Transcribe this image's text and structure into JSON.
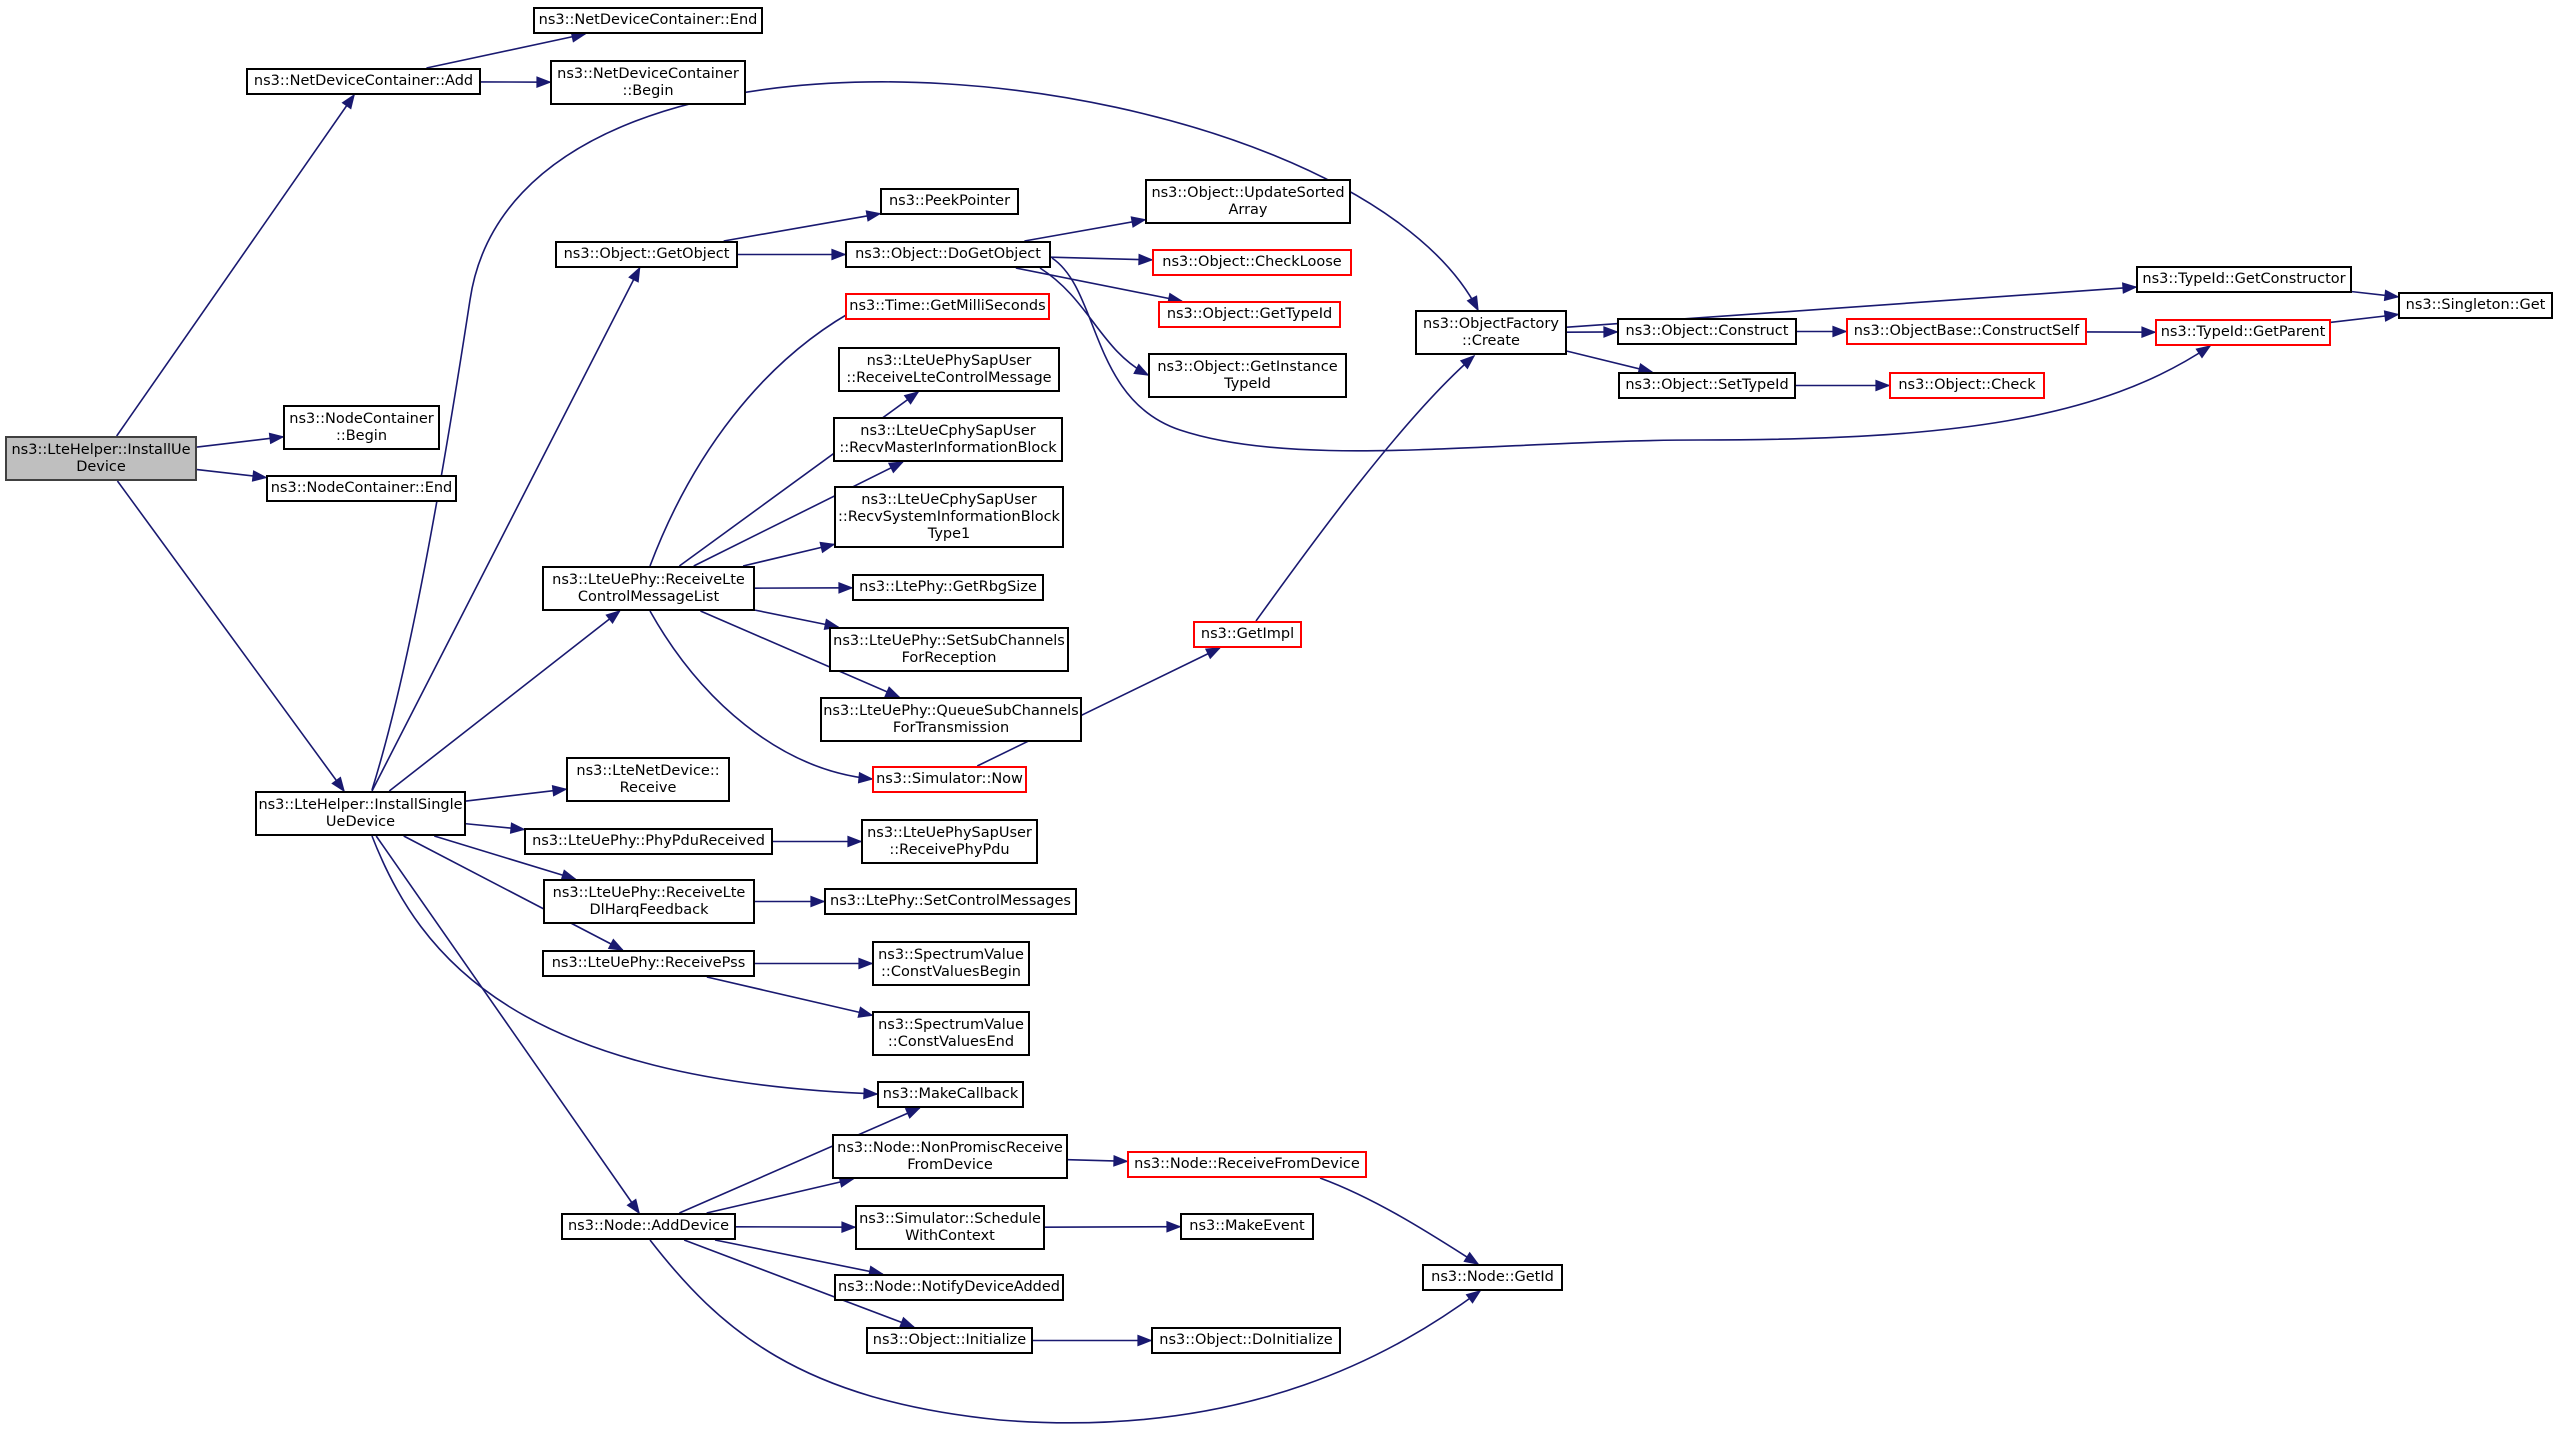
{
  "colors": {
    "edge": "#191970",
    "node_border": "#000000",
    "truncated_border": "#ff0000",
    "root_fill": "#bfbfbf"
  },
  "nodes": [
    {
      "id": "install_ue",
      "label": "ns3::LteHelper::InstallUe\nDevice",
      "root": true
    },
    {
      "id": "ndc_add",
      "label": "ns3::NetDeviceContainer::Add"
    },
    {
      "id": "ndc_end",
      "label": "ns3::NetDeviceContainer::End"
    },
    {
      "id": "ndc_begin",
      "label": "ns3::NetDeviceContainer\n::Begin"
    },
    {
      "id": "nc_begin",
      "label": "ns3::NodeContainer\n::Begin"
    },
    {
      "id": "nc_end",
      "label": "ns3::NodeContainer::End"
    },
    {
      "id": "install_single",
      "label": "ns3::LteHelper::InstallSingle\nUeDevice"
    },
    {
      "id": "get_object",
      "label": "ns3::Object::GetObject"
    },
    {
      "id": "peek_pointer",
      "label": "ns3::PeekPointer"
    },
    {
      "id": "do_get_object",
      "label": "ns3::Object::DoGetObject"
    },
    {
      "id": "update_sorted",
      "label": "ns3::Object::UpdateSorted\nArray"
    },
    {
      "id": "check_loose",
      "label": "ns3::Object::CheckLoose",
      "truncated": true
    },
    {
      "id": "get_type_id",
      "label": "ns3::Object::GetTypeId",
      "truncated": true
    },
    {
      "id": "get_instance_type_id",
      "label": "ns3::Object::GetInstance\nTypeId"
    },
    {
      "id": "get_milli",
      "label": "ns3::Time::GetMilliSeconds",
      "truncated": true
    },
    {
      "id": "recv_lte_ctrl",
      "label": "ns3::LteUePhySapUser\n::ReceiveLteControlMessage"
    },
    {
      "id": "recv_mib",
      "label": "ns3::LteUeCphySapUser\n::RecvMasterInformationBlock"
    },
    {
      "id": "recv_sib",
      "label": "ns3::LteUeCphySapUser\n::RecvSystemInformationBlock\nType1"
    },
    {
      "id": "rbg_size",
      "label": "ns3::LtePhy::GetRbgSize"
    },
    {
      "id": "set_sub_rx",
      "label": "ns3::LteUePhy::SetSubChannels\nForReception"
    },
    {
      "id": "queue_sub_tx",
      "label": "ns3::LteUePhy::QueueSubChannels\nForTransmission"
    },
    {
      "id": "sim_now",
      "label": "ns3::Simulator::Now",
      "truncated": true
    },
    {
      "id": "get_impl",
      "label": "ns3::GetImpl",
      "truncated": true
    },
    {
      "id": "recv_ctrl_list",
      "label": "ns3::LteUePhy::ReceiveLte\nControlMessageList"
    },
    {
      "id": "obj_factory_create",
      "label": "ns3::ObjectFactory\n::Create"
    },
    {
      "id": "get_constructor",
      "label": "ns3::TypeId::GetConstructor"
    },
    {
      "id": "singleton_get",
      "label": "ns3::Singleton::Get"
    },
    {
      "id": "obj_construct",
      "label": "ns3::Object::Construct"
    },
    {
      "id": "obj_base_construct_self",
      "label": "ns3::ObjectBase::ConstructSelf",
      "truncated": true
    },
    {
      "id": "get_parent",
      "label": "ns3::TypeId::GetParent",
      "truncated": true
    },
    {
      "id": "set_type_id",
      "label": "ns3::Object::SetTypeId"
    },
    {
      "id": "obj_check",
      "label": "ns3::Object::Check",
      "truncated": true
    },
    {
      "id": "lte_net_recv",
      "label": "ns3::LteNetDevice::\nReceive"
    },
    {
      "id": "phy_pdu_received",
      "label": "ns3::LteUePhy::PhyPduReceived"
    },
    {
      "id": "recv_phy_pdu",
      "label": "ns3::LteUePhySapUser\n::ReceivePhyPdu"
    },
    {
      "id": "recv_dl_harq",
      "label": "ns3::LteUePhy::ReceiveLte\nDlHarqFeedback"
    },
    {
      "id": "set_ctrl_msgs",
      "label": "ns3::LtePhy::SetControlMessages"
    },
    {
      "id": "receive_pss",
      "label": "ns3::LteUePhy::ReceivePss"
    },
    {
      "id": "const_values_begin",
      "label": "ns3::SpectrumValue\n::ConstValuesBegin"
    },
    {
      "id": "const_values_end",
      "label": "ns3::SpectrumValue\n::ConstValuesEnd"
    },
    {
      "id": "make_callback",
      "label": "ns3::MakeCallback"
    },
    {
      "id": "node_add_device",
      "label": "ns3::Node::AddDevice"
    },
    {
      "id": "non_promisc",
      "label": "ns3::Node::NonPromiscReceive\nFromDevice"
    },
    {
      "id": "receive_from_device",
      "label": "ns3::Node::ReceiveFromDevice",
      "truncated": true
    },
    {
      "id": "schedule_with_ctx",
      "label": "ns3::Simulator::Schedule\nWithContext"
    },
    {
      "id": "make_event",
      "label": "ns3::MakeEvent"
    },
    {
      "id": "notify_device_added",
      "label": "ns3::Node::NotifyDeviceAdded"
    },
    {
      "id": "obj_initialize",
      "label": "ns3::Object::Initialize"
    },
    {
      "id": "obj_do_initialize",
      "label": "ns3::Object::DoInitialize"
    },
    {
      "id": "node_get_id",
      "label": "ns3::Node::GetId"
    }
  ],
  "edges": [
    [
      "install_ue",
      "ndc_add"
    ],
    [
      "install_ue",
      "nc_begin"
    ],
    [
      "install_ue",
      "nc_end"
    ],
    [
      "install_ue",
      "install_single"
    ],
    [
      "ndc_add",
      "ndc_end"
    ],
    [
      "ndc_add",
      "ndc_begin"
    ],
    [
      "install_single",
      "obj_factory_create"
    ],
    [
      "install_single",
      "get_object"
    ],
    [
      "install_single",
      "recv_ctrl_list"
    ],
    [
      "install_single",
      "lte_net_recv"
    ],
    [
      "install_single",
      "phy_pdu_received"
    ],
    [
      "install_single",
      "recv_dl_harq"
    ],
    [
      "install_single",
      "receive_pss"
    ],
    [
      "install_single",
      "make_callback"
    ],
    [
      "install_single",
      "node_add_device"
    ],
    [
      "get_object",
      "peek_pointer"
    ],
    [
      "get_object",
      "do_get_object"
    ],
    [
      "do_get_object",
      "update_sorted"
    ],
    [
      "do_get_object",
      "check_loose"
    ],
    [
      "do_get_object",
      "get_type_id"
    ],
    [
      "do_get_object",
      "get_instance_type_id"
    ],
    [
      "do_get_object",
      "get_parent"
    ],
    [
      "recv_ctrl_list",
      "get_milli"
    ],
    [
      "recv_ctrl_list",
      "recv_lte_ctrl"
    ],
    [
      "recv_ctrl_list",
      "recv_mib"
    ],
    [
      "recv_ctrl_list",
      "recv_sib"
    ],
    [
      "recv_ctrl_list",
      "rbg_size"
    ],
    [
      "recv_ctrl_list",
      "set_sub_rx"
    ],
    [
      "recv_ctrl_list",
      "queue_sub_tx"
    ],
    [
      "recv_ctrl_list",
      "sim_now"
    ],
    [
      "sim_now",
      "get_impl"
    ],
    [
      "get_impl",
      "obj_factory_create"
    ],
    [
      "obj_factory_create",
      "get_constructor"
    ],
    [
      "obj_factory_create",
      "obj_construct"
    ],
    [
      "obj_factory_create",
      "set_type_id"
    ],
    [
      "get_constructor",
      "singleton_get"
    ],
    [
      "obj_construct",
      "obj_base_construct_self"
    ],
    [
      "obj_base_construct_self",
      "get_parent"
    ],
    [
      "get_parent",
      "singleton_get"
    ],
    [
      "set_type_id",
      "obj_check"
    ],
    [
      "phy_pdu_received",
      "recv_phy_pdu"
    ],
    [
      "recv_dl_harq",
      "set_ctrl_msgs"
    ],
    [
      "receive_pss",
      "const_values_begin"
    ],
    [
      "receive_pss",
      "const_values_end"
    ],
    [
      "node_add_device",
      "make_callback"
    ],
    [
      "node_add_device",
      "non_promisc"
    ],
    [
      "node_add_device",
      "schedule_with_ctx"
    ],
    [
      "node_add_device",
      "notify_device_added"
    ],
    [
      "node_add_device",
      "obj_initialize"
    ],
    [
      "node_add_device",
      "node_get_id"
    ],
    [
      "non_promisc",
      "receive_from_device"
    ],
    [
      "receive_from_device",
      "node_get_id"
    ],
    [
      "schedule_with_ctx",
      "make_event"
    ],
    [
      "obj_initialize",
      "obj_do_initialize"
    ]
  ]
}
